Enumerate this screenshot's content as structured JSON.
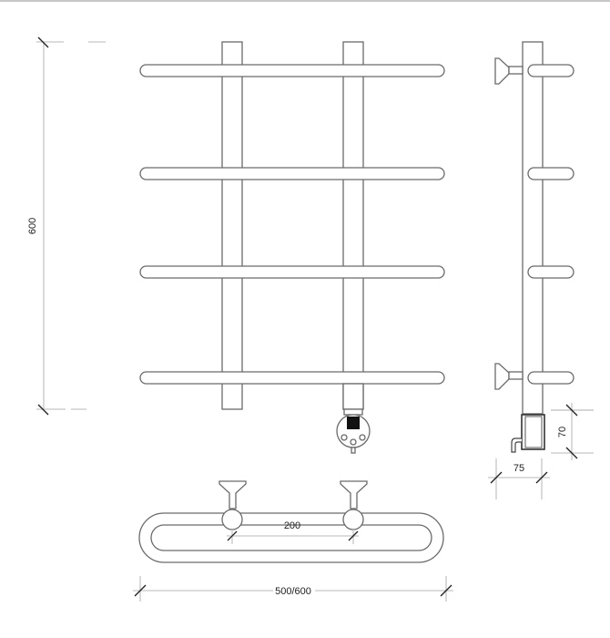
{
  "drawing": {
    "subject": "Heated towel rail technical drawing",
    "views": [
      "front-view",
      "side-view",
      "top-view"
    ],
    "dimensions": {
      "height": "600",
      "width": "500/600",
      "post_spacing": "200",
      "heater_height": "70",
      "heater_depth": "75"
    },
    "front_view": {
      "bars_count": 4,
      "posts_count": 2,
      "heater_element": "bottom of right post"
    },
    "colors": {
      "outline": "#6a6a6a",
      "dimension_line": "#c6c6c6",
      "tick": "#222222",
      "heater_block": "#111111"
    }
  }
}
